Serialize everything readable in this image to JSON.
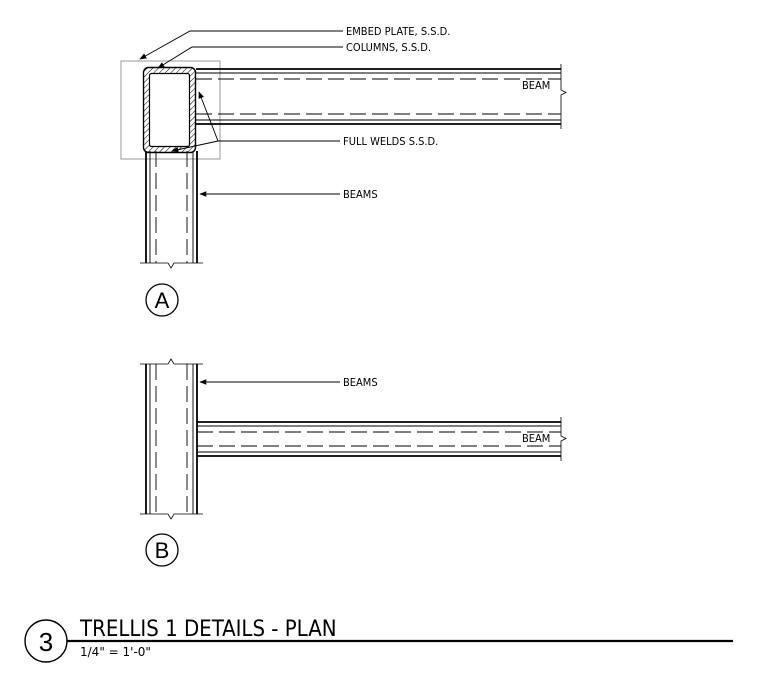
{
  "detail_a": {
    "callouts": {
      "embed_plate": "EMBED PLATE, S.S.D.",
      "columns": "COLUMNS, S.S.D.",
      "full_welds": "FULL WELDS S.S.D.",
      "beams": "BEAMS"
    },
    "beam_label": "BEAM",
    "marker": "A"
  },
  "detail_b": {
    "callouts": {
      "beams": "BEAMS"
    },
    "beam_label": "BEAM",
    "marker": "B"
  },
  "title_block": {
    "detail_number": "3",
    "title": "TRELLIS 1 DETAILS - PLAN",
    "scale": "1/4\" = 1'-0\""
  }
}
